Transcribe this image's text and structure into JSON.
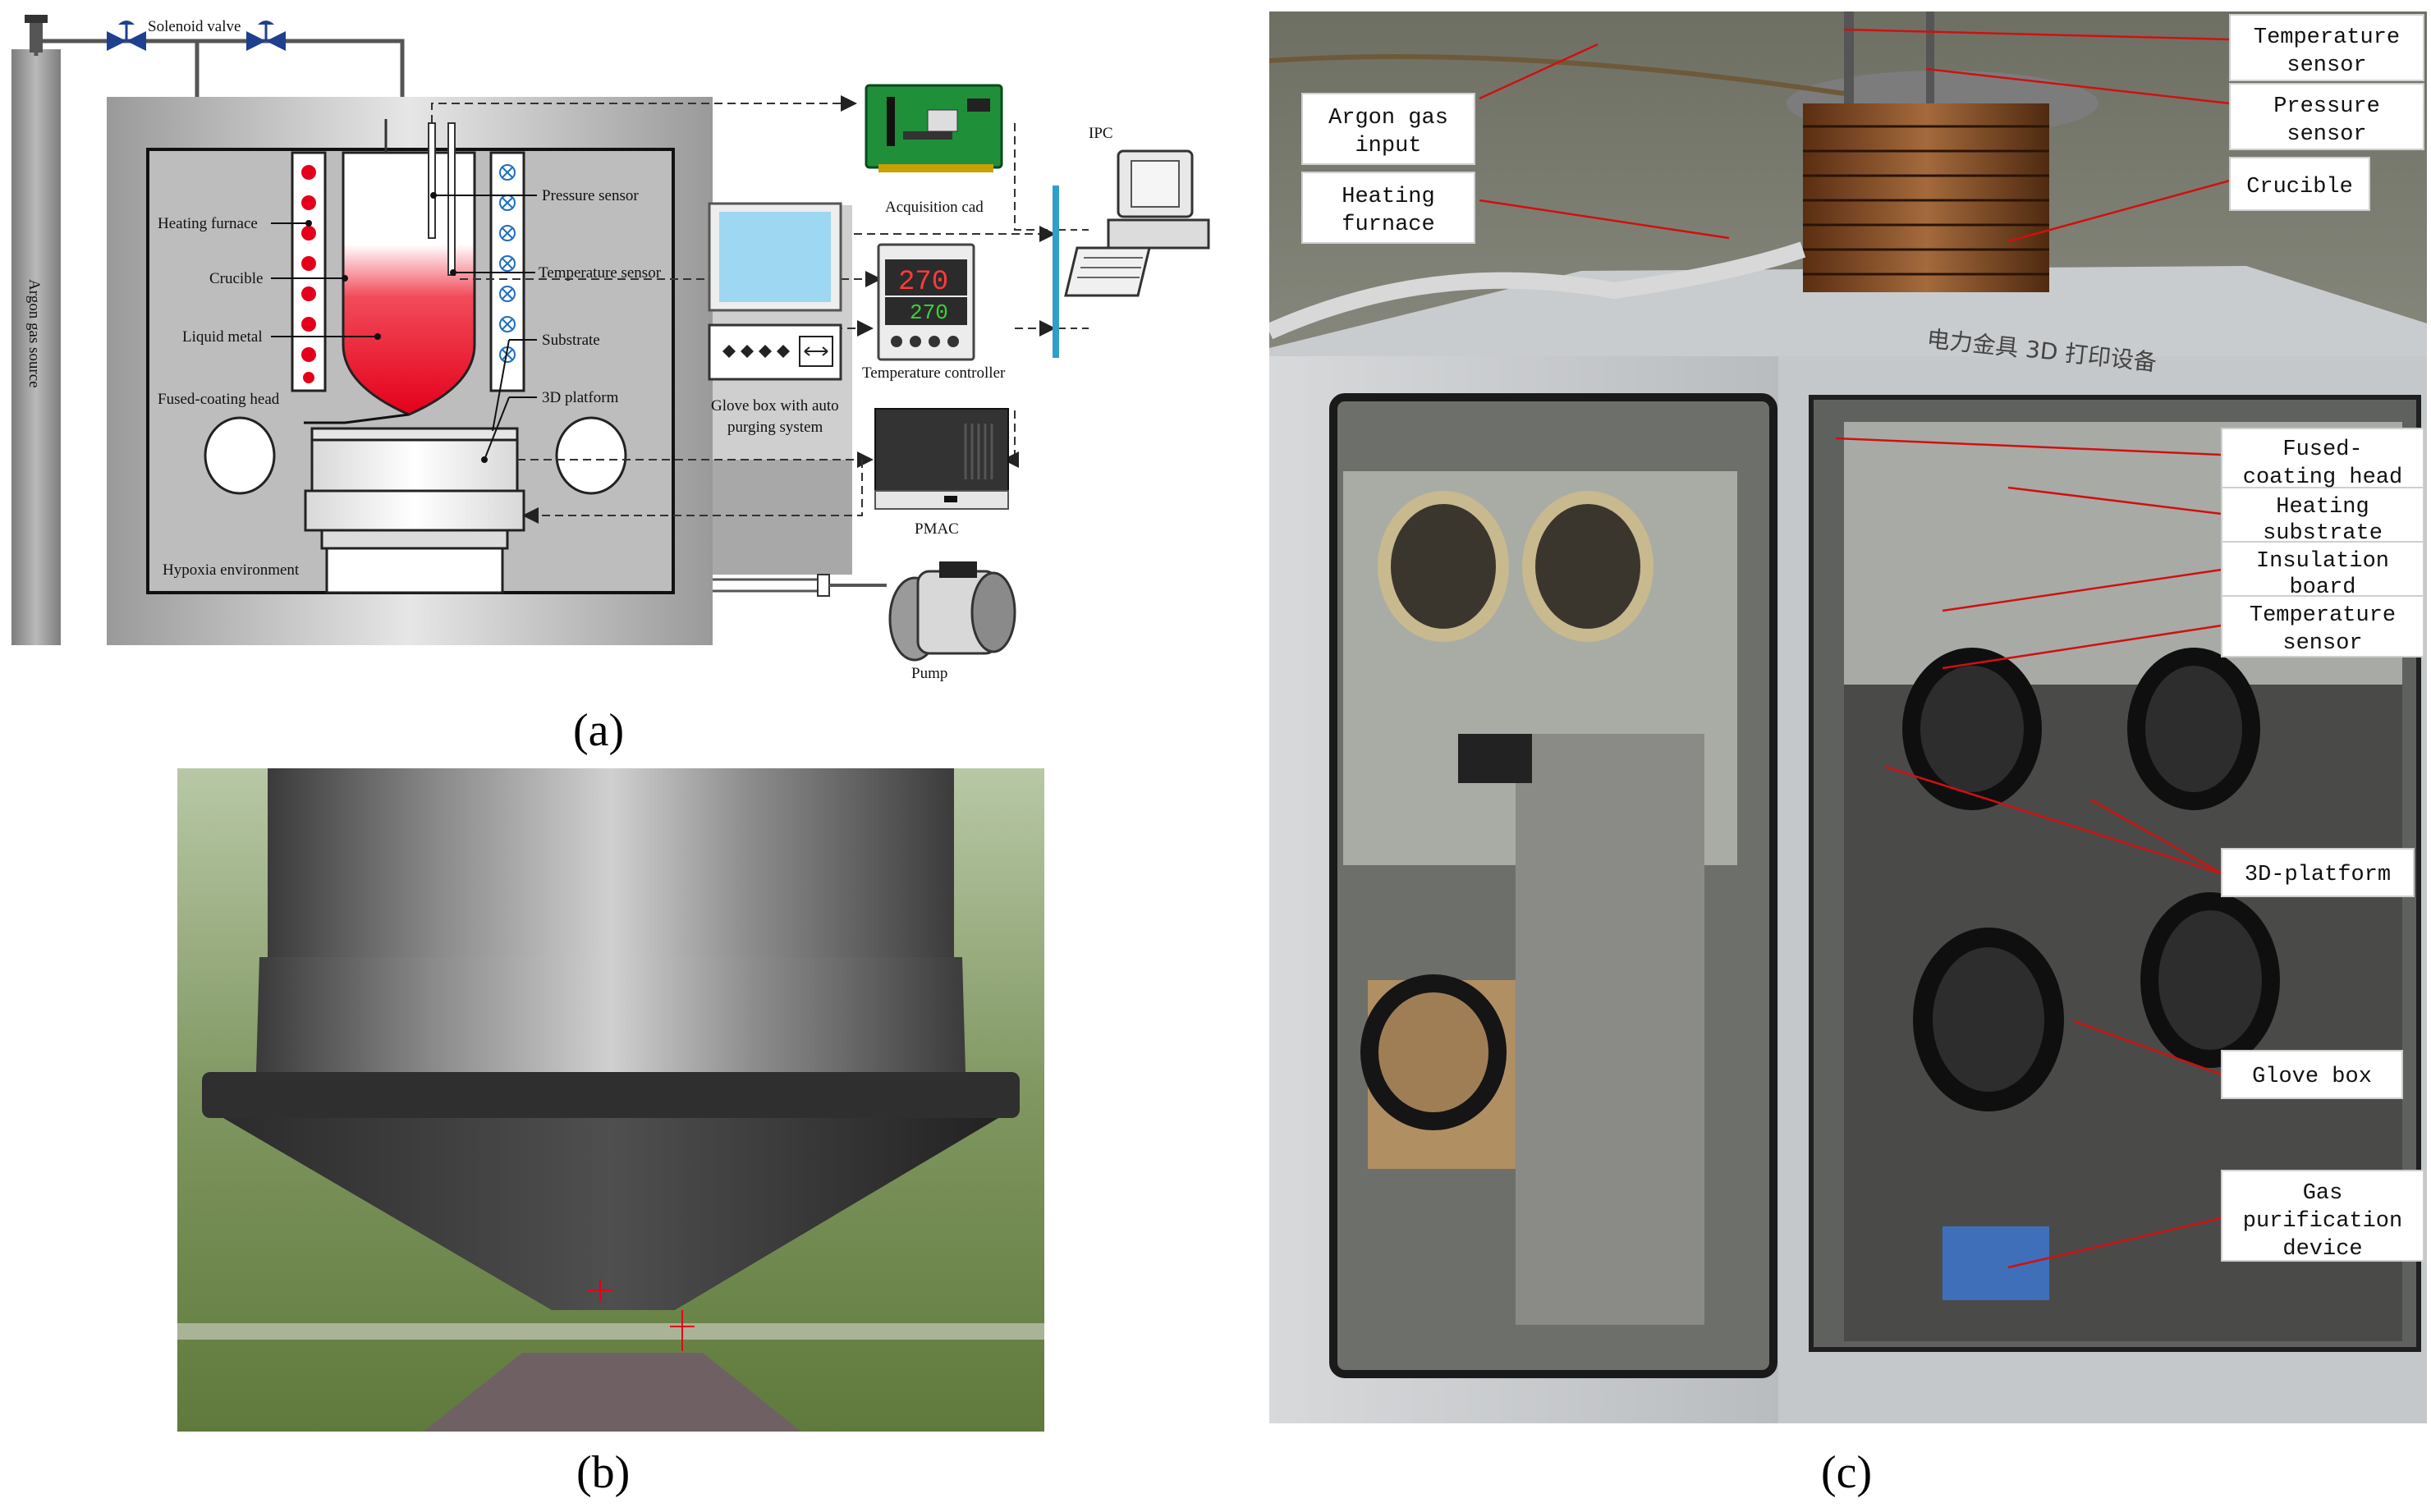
{
  "panel_a": {
    "caption": "(a)",
    "labels": {
      "solenoid_valve": "Solenoid valve",
      "argon_gas_source": "Argon gas source",
      "heating_furnace": "Heating furnace",
      "crucible": "Crucible",
      "liquid_metal": "Liquid metal",
      "fused_coating_head": "Fused-coating head",
      "pressure_sensor": "Pressure sensor",
      "temperature_sensor": "Temperature sensor",
      "substrate": "Substrate",
      "platform_3d": "3D platform",
      "hypoxia_environment": "Hypoxia environment",
      "acquisition_card": "Acquisition cad",
      "ipc": "IPC",
      "temperature_controller": "Temperature controller",
      "glove_box": "Glove box with auto",
      "purging_system": "purging system",
      "pmac": "PMAC",
      "pump": "Pump"
    },
    "controller_display": {
      "top": "270",
      "bottom": "270"
    }
  },
  "panel_b": {
    "caption": "(b)"
  },
  "panel_c": {
    "caption": "(c)",
    "labels": {
      "temperature_sensor_top_1": "Temperature",
      "temperature_sensor_top_2": "sensor",
      "pressure_sensor_1": "Pressure",
      "pressure_sensor_2": "sensor",
      "crucible": "Crucible",
      "argon_gas_input_1": "Argon gas",
      "argon_gas_input_2": "input",
      "heating_furnace_1": "Heating",
      "heating_furnace_2": "furnace",
      "fused_coating_head_1": "Fused-",
      "fused_coating_head_2": "coating head",
      "heating_substrate_1": "Heating",
      "heating_substrate_2": "substrate",
      "insulation_board_1": "Insulation",
      "insulation_board_2": "board",
      "temperature_sensor_1": "Temperature",
      "temperature_sensor_2": "sensor",
      "platform_3d": "3D-platform",
      "glove_box": "Glove box",
      "gas_purification_1": "Gas",
      "gas_purification_2": "purification",
      "gas_purification_3": "device"
    },
    "machine_text": "电力金具 3D 打印设备"
  },
  "colors": {
    "accent_red": "#e4001a",
    "valve_blue": "#1f3f8f",
    "hmi_blue": "#2e9fc8",
    "leader_red": "#d01010"
  }
}
